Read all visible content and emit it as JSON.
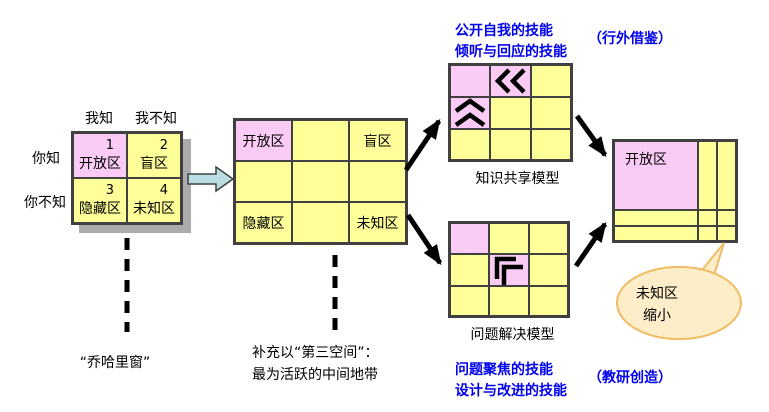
{
  "colors": {
    "pink": "#FACCF5",
    "yellow": "#FFFF99",
    "grid_border": "#404040",
    "blue_text": "#0000EE",
    "bubble_fill": "#FDEEC9",
    "bubble_stroke": "#F1BC63",
    "block_arrow_fill": "#B9DDE2",
    "table_shadow": "#ABABAB"
  },
  "johari_table": {
    "col_headers": [
      "我知",
      "我不知"
    ],
    "row_headers": [
      "你知",
      "你不知"
    ],
    "cells": [
      {
        "num": "1",
        "label": "开放区"
      },
      {
        "num": "2",
        "label": "盲区"
      },
      {
        "num": "3",
        "label": "隐藏区"
      },
      {
        "num": "4",
        "label": "未知区"
      }
    ],
    "caption": "“乔哈里窗”"
  },
  "middle_grid": {
    "cells": {
      "top_left": "开放区",
      "top_right": "盲区",
      "bottom_left": "隐藏区",
      "bottom_right": "未知区"
    },
    "caption_line1": "补充以“第三空间”：",
    "caption_line2": "最为活跃的中间地带"
  },
  "knowledge_model": {
    "skill_line1": "公开自我的技能",
    "skill_line2": "倾听与回应的技能",
    "title": "知识共享模型",
    "side_tag": "（行外借鉴）",
    "icons": [
      "double-chevron-left",
      "double-chevron-up"
    ]
  },
  "problem_model": {
    "title": "问题解决模型",
    "skill_line1": "问题聚焦的技能",
    "skill_line2": "设计与改进的技能",
    "side_tag": "（教研创造）",
    "icons": [
      "double-corner-up-left"
    ]
  },
  "result_grid": {
    "open_area_label": "开放区",
    "callout": {
      "line1": "未知区",
      "line2": "缩小"
    }
  }
}
